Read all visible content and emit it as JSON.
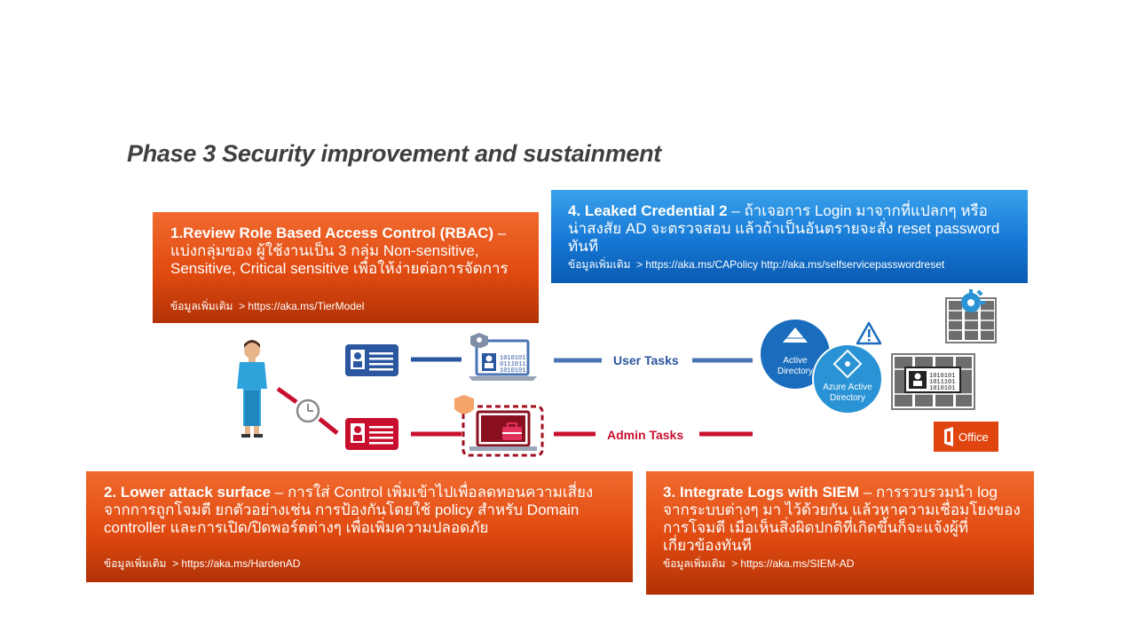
{
  "slide": {
    "title": "Phase 3 Security improvement and sustainment"
  },
  "boxes": {
    "rbac": {
      "title": "1.Review Role Based Access Control (RBAC)",
      "body": "– แบ่งกลุ่มของ ผู้ใช้งานเป็น 3 กลุ่ม Non-sensitive, Sensitive, Critical sensitive เพื่อให้ง่ายต่อการจัดการ",
      "more_label": "ข้อมูลเพิ่มเติม",
      "more_links": "> https://aka.ms/TierModel"
    },
    "leaked": {
      "title": "4. Leaked Credential 2",
      "body": "– ถ้าเจอการ Login มาจากที่แปลกๆ หรือ น่าสงสัย AD จะตรวจสอบ แล้วถ้าเป็นอันตรายจะสั่ง reset password ทันที",
      "more_label": "ข้อมูลเพิ่มเติม",
      "more_links": "> https://aka.ms/CAPolicy  http://aka.ms/selfservicepasswordreset"
    },
    "attack": {
      "title": "2. Lower attack surface",
      "body": "– การใส่ Control เพิ่มเข้าไปเพื่อลดทอนความเสี่ยง จากการถูกโจมตี ยกตัวอย่างเช่น การป้องกันโดยใช้ policy สำหรับ Domain controller และการเปิด/ปิดพอร์ตต่างๆ เพื่อเพิ่มความปลอดภัย",
      "more_label": "ข้อมูลเพิ่มเติม",
      "more_links": "> https://aka.ms/HardenAD"
    },
    "siem": {
      "title": "3. Integrate Logs with SIEM",
      "body": "– การรวบรวมนำ log จากระบบต่างๆ มา ไว้ด้วยกัน แล้วหาความเชื่อมโยงของการโจมตี เมื่อเห็นสิ่งผิดปกติที่เกิดขึ้นก็จะแจ้งผู้ที่เกี่ยวข้องทันที",
      "more_label": "ข้อมูลเพิ่มเติม",
      "more_links": "> https://aka.ms/SIEM-AD"
    }
  },
  "diagram": {
    "user_tasks": "User Tasks",
    "admin_tasks": "Admin Tasks",
    "active_directory_line1": "Active",
    "active_directory_line2": "Directory",
    "azure_line1": "Azure Active",
    "azure_line2": "Directory",
    "office": "Office",
    "binary1": "1010101",
    "binary2": "0111011",
    "binary3": "1010101",
    "binary4": "1010101",
    "binary5": "1011101",
    "binary6": "1010101",
    "icons": [
      "person-icon",
      "clock-icon",
      "id-card-icon",
      "laptop-icon",
      "shield-icon",
      "briefcase-icon",
      "warning-icon",
      "server-rack-icon",
      "gear-icon",
      "office-logo-icon"
    ],
    "colors": {
      "user_line": "#4a74b4",
      "admin_line": "#c8102e",
      "ad_circle": "#1a6dbd",
      "aad_circle": "#2a93d5",
      "office": "#e0450f"
    }
  }
}
